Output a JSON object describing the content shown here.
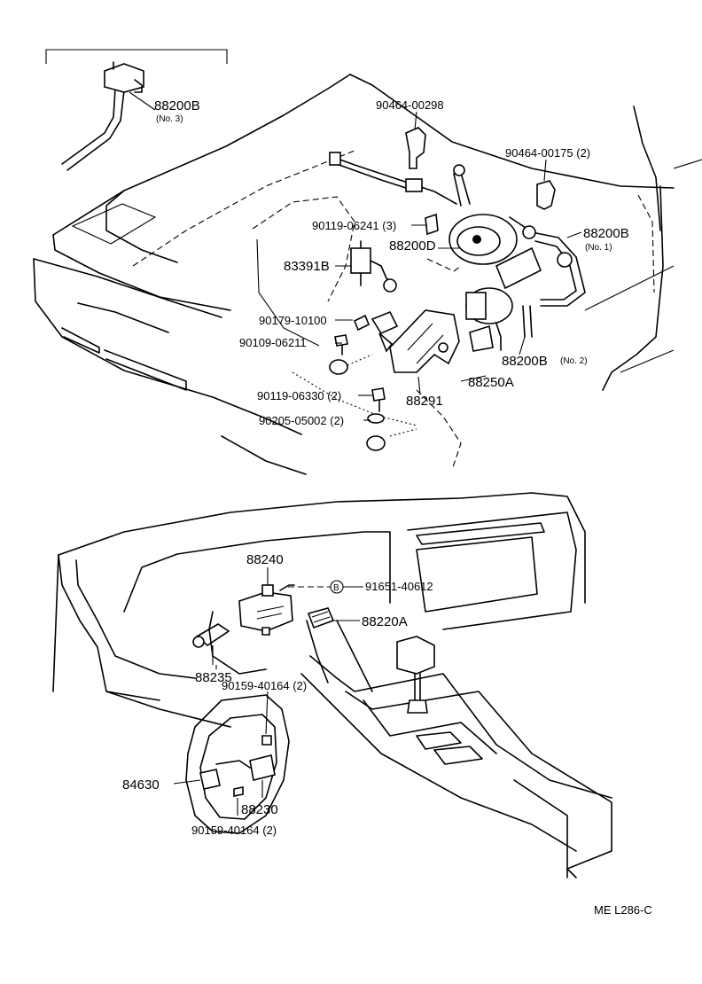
{
  "labels": {
    "p_88200B_no3": "88200B",
    "p_88200B_no3_sub": "(No. 3)",
    "p_90464_00298": "90464-00298",
    "p_90464_00175": "90464-00175 (2)",
    "p_90119_06241": "90119-06241 (3)",
    "p_88200D": "88200D",
    "p_88200B_no1": "88200B",
    "p_88200B_no1_sub": "(No. 1)",
    "p_83391B": "83391B",
    "p_90179_10100": "90179-10100",
    "p_90109_06211": "90109-06211",
    "p_88200B_no2": "88200B",
    "p_88200B_no2_sub": "(No. 2)",
    "p_88250A": "88250A",
    "p_90119_06330": "90119-06330 (2)",
    "p_88291": "88291",
    "p_90205_05002": "90205-05002 (2)",
    "p_88240": "88240",
    "p_91651_40612": "91651-40612",
    "b_marker": "B",
    "p_88220A": "88220A",
    "p_88235": "88235",
    "p_90159_40164_top": "90159-40164 (2)",
    "p_84630": "84630",
    "p_88230": "88230",
    "p_90159_40164_bottom": "90159-40164 (2)",
    "ref_code": "ME L286-C"
  }
}
